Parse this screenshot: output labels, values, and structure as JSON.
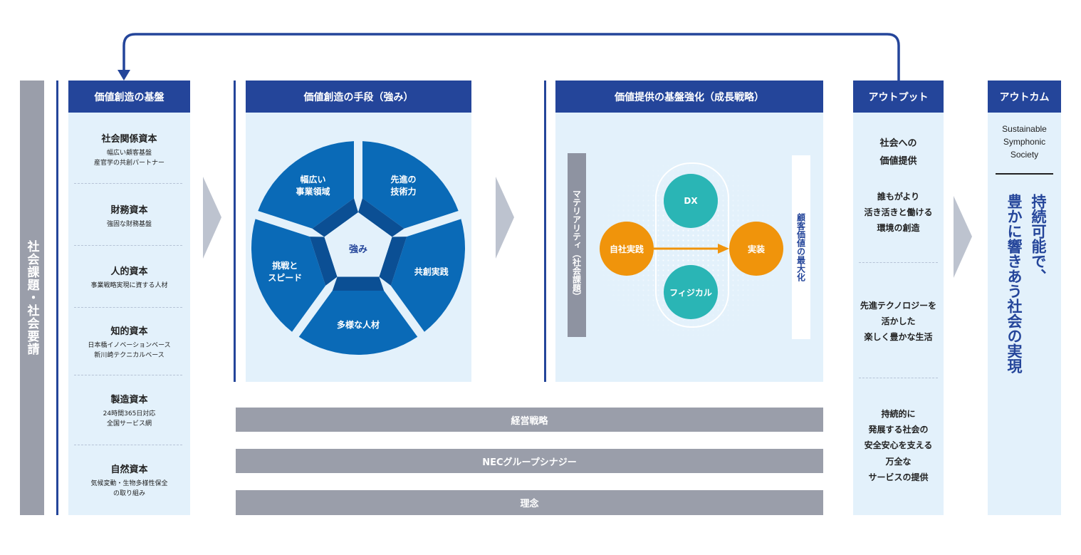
{
  "left_bar": {
    "label": "社会課題・社会要請"
  },
  "foundation": {
    "header": "価値創造の基盤",
    "capitals": [
      {
        "title": "社会関係資本",
        "lines": [
          "幅広い顧客基盤",
          "産官学の共創パートナー"
        ]
      },
      {
        "title": "財務資本",
        "lines": [
          "強固な財務基盤"
        ]
      },
      {
        "title": "人的資本",
        "lines": [
          "事業戦略実現に資する人材"
        ]
      },
      {
        "title": "知的資本",
        "lines": [
          "日本橋イノベーションベース",
          "新川崎テクニカルベース"
        ]
      },
      {
        "title": "製造資本",
        "lines": [
          "24時間365日対応",
          "全国サービス網"
        ]
      },
      {
        "title": "自然資本",
        "lines": [
          "気候変動・生物多様性保全",
          "の取り組み"
        ]
      }
    ]
  },
  "means": {
    "header": "価値創造の手段（強み）",
    "center": "強み",
    "segments": [
      [
        "幅広い",
        "事業領域"
      ],
      [
        "先進の",
        "技術力"
      ],
      [
        "共創実践"
      ],
      [
        "多様な人材"
      ],
      [
        "挑戦と",
        "スピード"
      ]
    ],
    "colors": {
      "segment": "#0a6ab7",
      "inner": "#0b4f94",
      "center": "#e3f1fb"
    }
  },
  "growth": {
    "header": "価値提供の基盤強化（成長戦略）",
    "left_label": "マテリアリティ（社会課題）",
    "right_label": "顧客価値の最大化",
    "dx": "DX",
    "physical": "フィジカル",
    "self_practice": "自社実践",
    "implement": "実装",
    "colors": {
      "teal": "#2ab5b5",
      "orange": "#f0940b"
    }
  },
  "bottom_bars": {
    "strategy": "経営戦略",
    "synergy": "NECグループシナジー",
    "philosophy": "理念"
  },
  "output": {
    "header": "アウトプット",
    "items": [
      [
        "社会への",
        "価値提供"
      ],
      [
        "誰もがより",
        "活き活きと働ける",
        "環境の創造"
      ],
      [
        "先進テクノロジーを",
        "活かした",
        "楽しく豊かな生活"
      ],
      [
        "持続的に",
        "発展する社会の",
        "安全安心を支える",
        "万全な",
        "サービスの提供"
      ]
    ]
  },
  "outcome": {
    "header": "アウトカム",
    "brand": [
      "Sustainable",
      "Symphonic",
      "Society"
    ],
    "vision_line1": "持続可能で、",
    "vision_line2": "豊かに響きあう社会の実現"
  }
}
